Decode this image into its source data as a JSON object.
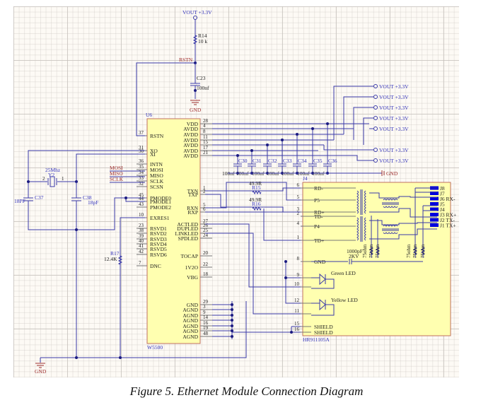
{
  "caption": "Figure 5. Ethernet Module Connection Diagram",
  "power": {
    "vout_top": "VOUT +3.3V",
    "vout_labels": [
      "VOUT +3.3V",
      "VOUT +3.3V",
      "VOUT +3.3V",
      "VOUT +3.3V",
      "VOUT +3.3V",
      "VOUT +3.3V",
      "VOUT +3.3V"
    ],
    "gnd_top": "GND",
    "gnd_right": "GND",
    "gnd_bottom": "GND"
  },
  "net_labels": {
    "rstn": "RSTN",
    "mosi": "MOSI",
    "miso": "MISO",
    "sclk": "SCLK"
  },
  "components": {
    "r14": {
      "ref": "R14",
      "value": "10 k"
    },
    "c23": {
      "ref": "C23",
      "value": "100nf"
    },
    "y2": {
      "ref": "Y2",
      "value": "25Mhz",
      "pin_left": "2",
      "pin_right": "1"
    },
    "c37": {
      "ref": "C37",
      "value": "18PF"
    },
    "c38": {
      "ref": "C38",
      "value": "18pF"
    },
    "r17": {
      "ref": "R17",
      "value": "12.4K"
    },
    "r15": {
      "ref": "R15",
      "value": "49.9R"
    },
    "r16": {
      "ref": "R16",
      "value": "49.9R"
    },
    "decoupling": [
      {
        "ref": "C30",
        "value": "100nf"
      },
      {
        "ref": "C31",
        "value": "100nf"
      },
      {
        "ref": "C32",
        "value": "100nf"
      },
      {
        "ref": "C33",
        "value": "100nf"
      },
      {
        "ref": "C34",
        "value": "100nf"
      },
      {
        "ref": "C35",
        "value": "100nf"
      },
      {
        "ref": "C36",
        "value": "100nf"
      }
    ]
  },
  "u6": {
    "ref": "U6",
    "part": "W5500",
    "left_pins": [
      {
        "num": "37",
        "name": "RSTN"
      },
      {
        "num": "31",
        "name": "XO"
      },
      {
        "num": "30",
        "name": "XI"
      },
      {
        "num": "36",
        "name": "INTN"
      },
      {
        "num": "35",
        "name": "MOSI"
      },
      {
        "num": "34",
        "name": "MISO"
      },
      {
        "num": "33",
        "name": "SCLK"
      },
      {
        "num": "32",
        "name": "SCSN"
      },
      {
        "num": "45",
        "name": "PMODE0"
      },
      {
        "num": "44",
        "name": "PMODE1"
      },
      {
        "num": "43",
        "name": "PMODE2"
      },
      {
        "num": "10",
        "name": "EXRES1"
      },
      {
        "num": "23",
        "name": "RSVD1"
      },
      {
        "num": "38",
        "name": "RSVD2"
      },
      {
        "num": "39",
        "name": "RSVD3"
      },
      {
        "num": "40",
        "name": "RSVD4"
      },
      {
        "num": "41",
        "name": "RSVD5"
      },
      {
        "num": "42",
        "name": "RSVD6"
      },
      {
        "num": "7",
        "name": "DNC"
      }
    ],
    "right_power_pins": [
      {
        "num": "28",
        "name": "VDD"
      },
      {
        "num": "4",
        "name": "AVDD"
      },
      {
        "num": "8",
        "name": "AVDD"
      },
      {
        "num": "11",
        "name": "AVDD"
      },
      {
        "num": "15",
        "name": "AVDD"
      },
      {
        "num": "17",
        "name": "AVDD"
      },
      {
        "num": "21",
        "name": "AVDD"
      }
    ],
    "right_signal_pins": [
      {
        "num": "1",
        "name": "TXN"
      },
      {
        "num": "2",
        "name": "TXP"
      },
      {
        "num": "5",
        "name": "RXN"
      },
      {
        "num": "6",
        "name": "RXP"
      },
      {
        "num": "27",
        "name": "ACTLED"
      },
      {
        "num": "26",
        "name": "DUPLED"
      },
      {
        "num": "25",
        "name": "LINKLED"
      },
      {
        "num": "24",
        "name": "SPDLED"
      },
      {
        "num": "20",
        "name": "TOCAP"
      },
      {
        "num": "22",
        "name": "1V2O"
      },
      {
        "num": "18",
        "name": "VBG"
      }
    ],
    "right_gnd_pins": [
      {
        "num": "29",
        "name": "GND"
      },
      {
        "num": "3",
        "name": "AGND"
      },
      {
        "num": "9",
        "name": "AGND"
      },
      {
        "num": "14",
        "name": "AGND"
      },
      {
        "num": "16",
        "name": "AGND"
      },
      {
        "num": "19",
        "name": "AGND"
      },
      {
        "num": "48",
        "name": "AGND"
      }
    ]
  },
  "j4": {
    "ref": "J4",
    "part": "HR911105A",
    "left_pins": [
      {
        "num": "6",
        "name": "RD-"
      },
      {
        "num": "5",
        "name": "P5"
      },
      {
        "num": "3",
        "name": "RD+"
      },
      {
        "num": "2",
        "name": "TD-"
      },
      {
        "num": "4",
        "name": "P4"
      },
      {
        "num": "1",
        "name": "TD+"
      },
      {
        "num": "8",
        "name": "GND"
      },
      {
        "num": "9",
        "name": ""
      },
      {
        "num": "10",
        "name": ""
      },
      {
        "num": "12",
        "name": ""
      },
      {
        "num": "11",
        "name": ""
      },
      {
        "num": "15",
        "name": "SHIELD"
      },
      {
        "num": "16",
        "name": "SHIELD"
      }
    ],
    "rj45_pins": [
      "J8",
      "J7",
      "J6 RX-",
      "J5",
      "J4",
      "J3 RX+",
      "J2 TX-",
      "J1 TX+"
    ],
    "leds": [
      "Green LED",
      "Yellow LED"
    ],
    "internal_cap": {
      "value": "1000pF",
      "rating": "2KV"
    },
    "internal_resistors": [
      "75ohm",
      "75ohm",
      "75ohm",
      "75ohm",
      "75ohm",
      "75ohm"
    ]
  }
}
